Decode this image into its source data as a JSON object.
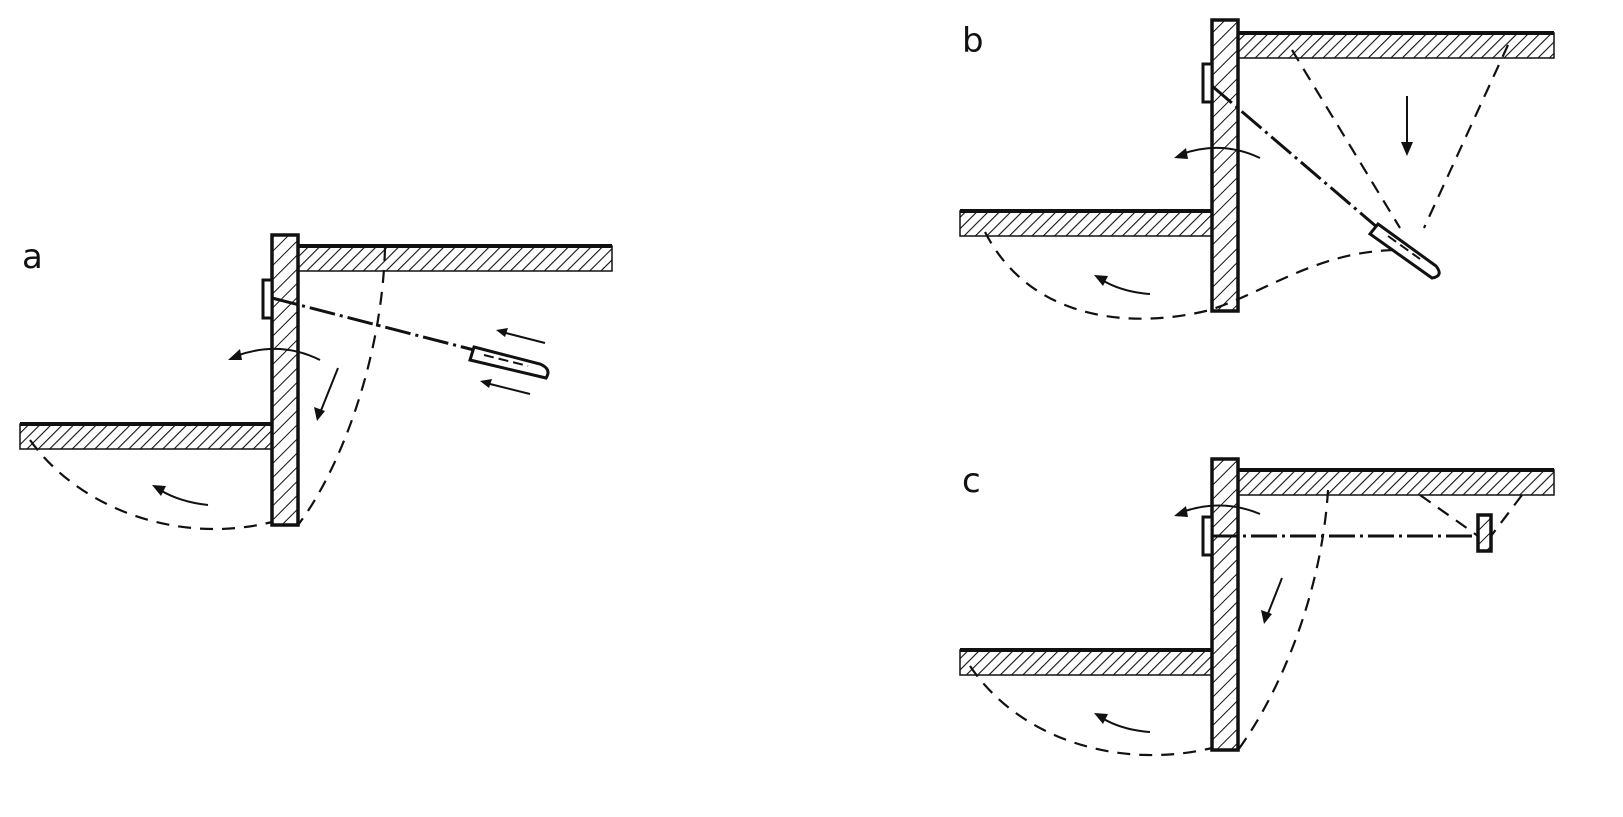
{
  "panels": [
    {
      "id": "a",
      "label": "a"
    },
    {
      "id": "b",
      "label": "b"
    },
    {
      "id": "c",
      "label": "c"
    }
  ],
  "colors": {
    "line": "#111111",
    "background": "#ffffff"
  }
}
